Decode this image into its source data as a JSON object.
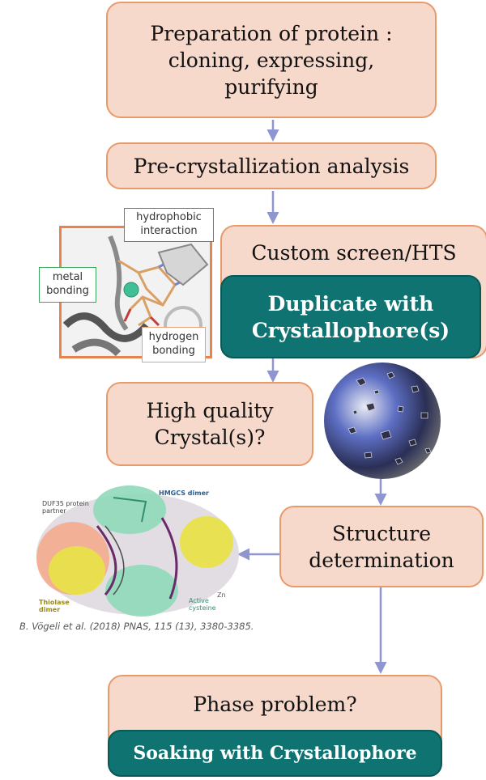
{
  "steps": {
    "preparation": "Preparation of protein :\ncloning, expressing,\npurifying",
    "precrystallization": "Pre-crystallization analysis",
    "custom_screen": "Custom screen/HTS",
    "duplicate": "Duplicate with\nCrystallophore(s)",
    "high_quality": "High quality\nCrystal(s)?",
    "structure": "Structure\ndetermination",
    "phase_problem": "Phase problem?",
    "soaking": "Soaking with Crystallophore"
  },
  "inset_molecule": {
    "hydrophobic": "hydrophobic\ninteraction",
    "metal": "metal\nbonding",
    "hydrogen": "hydrogen\nbonding"
  },
  "inset_structure": {
    "duf35": "DUF35 protein\npartner",
    "hmgcs": "HMGCS dimer",
    "thiolase": "Thiolase\ndimer",
    "active": "Active\ncysteine",
    "zn": "Zn",
    "citation": "B. Vögeli et al. (2018) PNAS, 115 (13), 3380-3385."
  },
  "colors": {
    "box_fill": "#f7d9cb",
    "box_border": "#e89a6a",
    "teal": "#0f7372",
    "arrow": "#8f95cf"
  }
}
